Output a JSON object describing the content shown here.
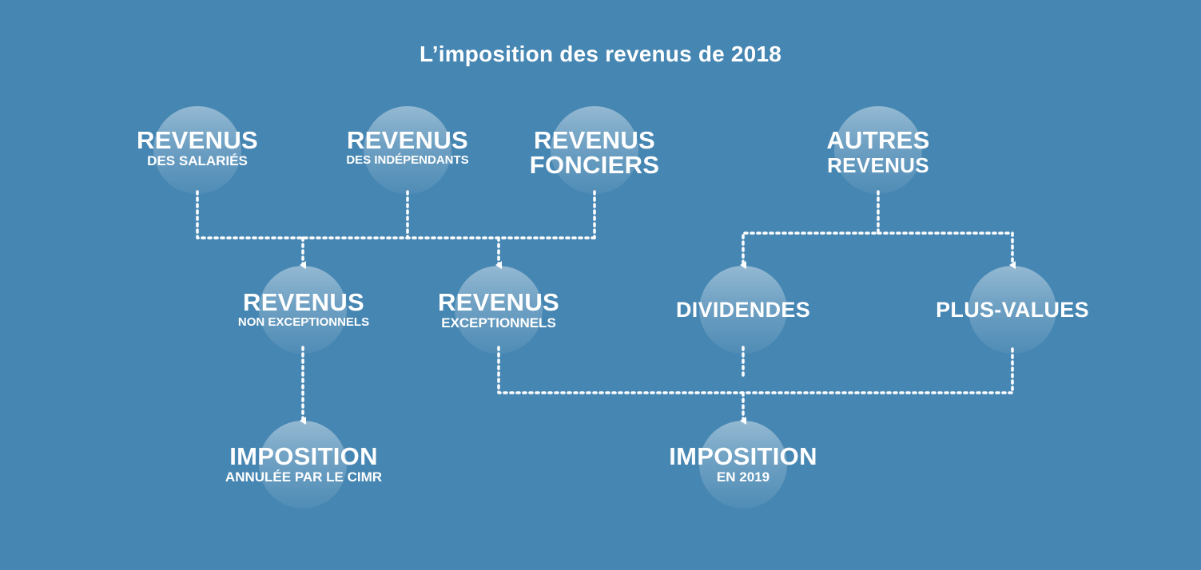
{
  "title": "L’imposition des revenus de 2018",
  "nodes": {
    "salaries": {
      "big": "REVENUS",
      "small": "DES SALARIÉS"
    },
    "independants": {
      "big": "REVENUS",
      "small": "DES INDÉPENDANTS"
    },
    "fonciers": {
      "big1": "REVENUS",
      "big2": "FONCIERS"
    },
    "autres": {
      "big1": "AUTRES",
      "big2": "REVENUS"
    },
    "non_exceptionnels": {
      "big": "REVENUS",
      "small": "NON EXCEPTIONNELS"
    },
    "exceptionnels": {
      "big": "REVENUS",
      "small": "EXCEPTIONNELS"
    },
    "dividendes": {
      "big": "DIVIDENDES"
    },
    "plus_values": {
      "big": "PLUS-VALUES"
    },
    "imposition_cimr": {
      "big": "IMPOSITION",
      "small": "ANNULÉE PAR LE CIMR"
    },
    "imposition_2019": {
      "big": "IMPOSITION",
      "small": "EN 2019"
    }
  },
  "colors": {
    "background": "#4686b2",
    "text": "#ffffff",
    "connector": "#ffffff"
  }
}
